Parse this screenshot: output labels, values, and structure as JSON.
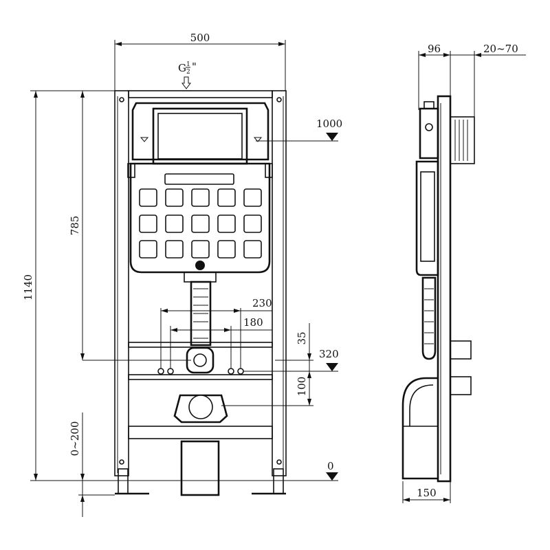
{
  "dimensions": {
    "frame_width": "500",
    "inlet_thread_g": "G",
    "inlet_thread_num": "1",
    "inlet_thread_den": "2",
    "inlet_thread_suffix": "\"",
    "total_height": "1140",
    "cistern_to_outlet": "785",
    "adjustable_feet": "0~200",
    "bolt_spacing_outer": "230",
    "bolt_spacing_inner": "180",
    "bolt_offset": "35",
    "level_1000": "1000",
    "level_320": "320",
    "level_0": "0",
    "drain_offset": "100",
    "side_depth_top": "96",
    "wall_range": "20~70",
    "side_depth_bottom": "150"
  }
}
